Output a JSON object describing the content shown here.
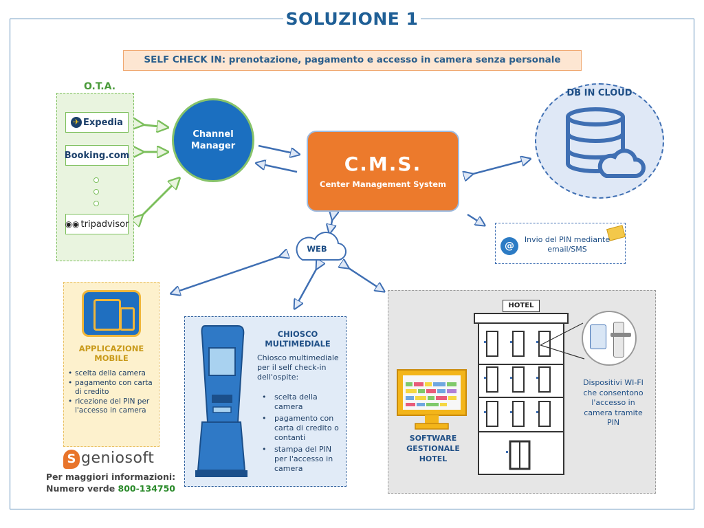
{
  "title": "SOLUZIONE 1",
  "subtitle": "SELF CHECK IN: prenotazione, pagamento e accesso in camera senza personale",
  "ota": {
    "label": "O.T.A.",
    "items": [
      "Expedia",
      "Booking.com",
      "tripadvisor"
    ]
  },
  "channel_manager": {
    "line1": "Channel",
    "line2": "Manager"
  },
  "cms": {
    "title": "C.M.S.",
    "subtitle": "Center Management System"
  },
  "db": {
    "label": "DB IN CLOUD"
  },
  "pin": {
    "line1": "Invio del PIN mediante",
    "line2": "email/SMS"
  },
  "web": {
    "label": "WEB"
  },
  "app": {
    "title_line1": "APPLICAZIONE",
    "title_line2": "MOBILE",
    "items": [
      "scelta della camera",
      "pagamento con carta di credito",
      "ricezione del PIN per l'accesso in camera"
    ]
  },
  "kiosk": {
    "title_line1": "CHIOSCO",
    "title_line2": "MULTIMEDIALE",
    "description": "Chiosco multimediale per il self check-in dell'ospite:",
    "items": [
      "scelta della camera",
      "pagamento con carta di credito o contanti",
      "stampa del PIN per l'accesso in camera"
    ]
  },
  "hotel": {
    "sign": "HOTEL",
    "software_line1": "SOFTWARE",
    "software_line2": "GESTIONALE",
    "software_line3": "HOTEL",
    "wifi_text": "Dispositivi WI-FI che consentono l'accesso in camera tramite PIN"
  },
  "footer": {
    "logo": "geniosoft",
    "info_line1": "Per maggiori informazioni:",
    "info_line2_prefix": "Numero verde",
    "phone": "800-134750"
  },
  "colors": {
    "accent_blue": "#1f5f96",
    "cms_orange": "#ec7a2c",
    "channel_blue": "#1b6fc0",
    "ota_green": "#7cbf5c",
    "phone_green": "#2a8a2a"
  }
}
